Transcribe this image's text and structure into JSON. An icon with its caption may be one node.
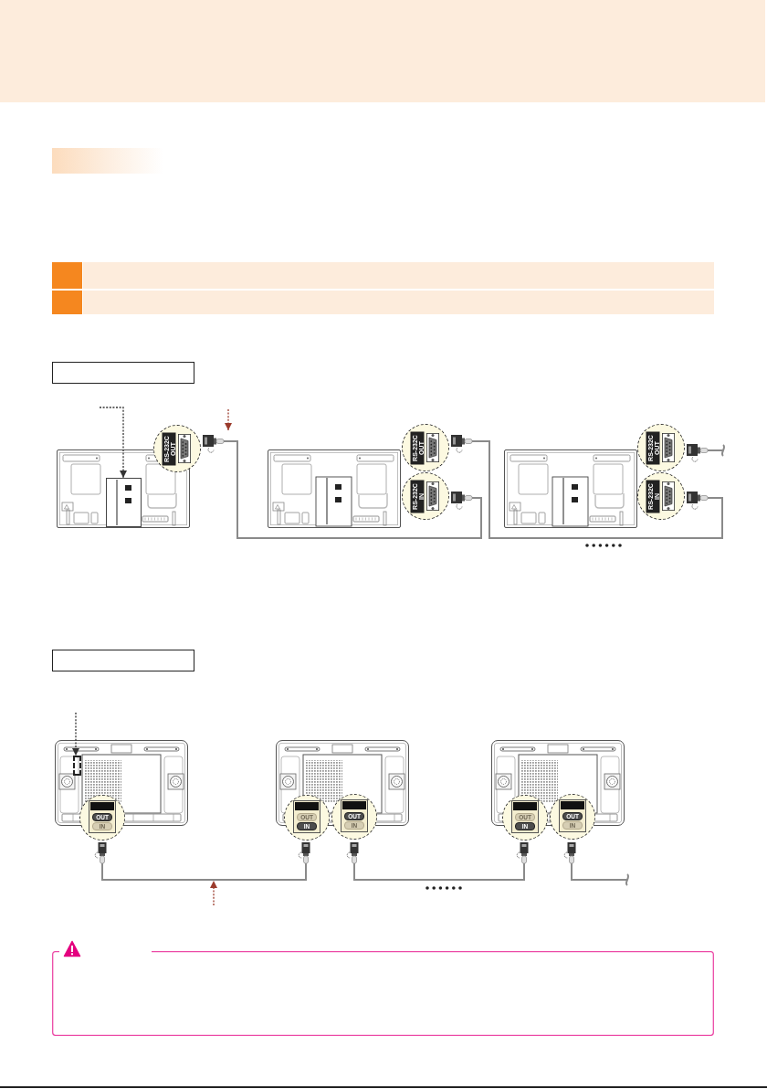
{
  "diagram": {
    "nodes": [
      {
        "text": [],
        "shape": "bar"
      },
      {
        "text": [],
        "shape": "bar"
      },
      {
        "text": [],
        "shape": "bar"
      },
      {
        "text": [],
        "shape": "box",
        "in": 2
      },
      {
        "text": [],
        "shape": "bar"
      },
      {
        "text": [],
        "shape": "box",
        "in": 4
      },
      {
        "text": [],
        "shape": "box"
      },
      {
        "text": [],
        "shape": "picture"
      },
      {
        "text": [],
        "shape": "box",
        "in": 7
      },
      {
        "text": [
          "RS-232C OUT"
        ]
      },
      {
        "text": [],
        "shape": "picture"
      },
      {
        "text": [],
        "shape": "picture"
      },
      {
        "text": [
          "RS-232C OUT"
        ]
      },
      {
        "text": [],
        "shape": "picture"
      },
      {
        "text": [
          "RS-232C IN"
        ]
      },
      {
        "text": [],
        "shape": "picture"
      },
      {
        "text": [],
        "shape": "picture"
      },
      {
        "text": [
          "RS-232C OUT"
        ]
      },
      {
        "text": [],
        "shape": "picture"
      },
      {
        "text": [
          "RS-232C IN"
        ]
      },
      {
        "text": [],
        "shape": "picture"
      },
      {
        "text": [],
        "shape": "box"
      },
      {
        "text": [],
        "shape": "picture"
      },
      {
        "text": [],
        "shape": "box",
        "in": 22
      },
      {
        "text": [
          "OUT",
          "IN"
        ]
      },
      {
        "text": [],
        "shape": "picture"
      },
      {
        "text": [],
        "shape": "picture"
      },
      {
        "text": [
          "OUT",
          "IN"
        ]
      },
      {
        "text": [
          "OUT",
          "IN"
        ]
      },
      {
        "text": [],
        "shape": "picture"
      },
      {
        "text": [],
        "shape": "picture"
      },
      {
        "text": [],
        "shape": "picture"
      },
      {
        "text": [
          "OUT",
          "IN"
        ]
      },
      {
        "text": [
          "OUT",
          "IN"
        ]
      },
      {
        "text": [],
        "shape": "picture"
      },
      {
        "text": [],
        "shape": "picture"
      },
      {
        "text": [],
        "shape": "box"
      }
    ],
    "edges": [
      {
        "from": 10,
        "to": 15,
        "arrow": "none"
      },
      {
        "from": 13,
        "to": 20,
        "arrow": "none"
      },
      {
        "from": 18,
        "to": null,
        "arrow": "none"
      },
      {
        "from": null,
        "to": 8,
        "arrow": "to",
        "style": "dashed",
        "color": "#333333"
      },
      {
        "from": null,
        "to": 10,
        "arrow": "to",
        "style": "dashed",
        "color": "#9b3b2c"
      },
      {
        "from": 25,
        "to": 29,
        "arrow": "none"
      },
      {
        "from": 30,
        "to": 34,
        "arrow": "none"
      },
      {
        "from": 35,
        "to": null,
        "arrow": "none"
      },
      {
        "from": null,
        "to": 23,
        "arrow": "to",
        "style": "dashed",
        "color": "#333333"
      }
    ]
  }
}
